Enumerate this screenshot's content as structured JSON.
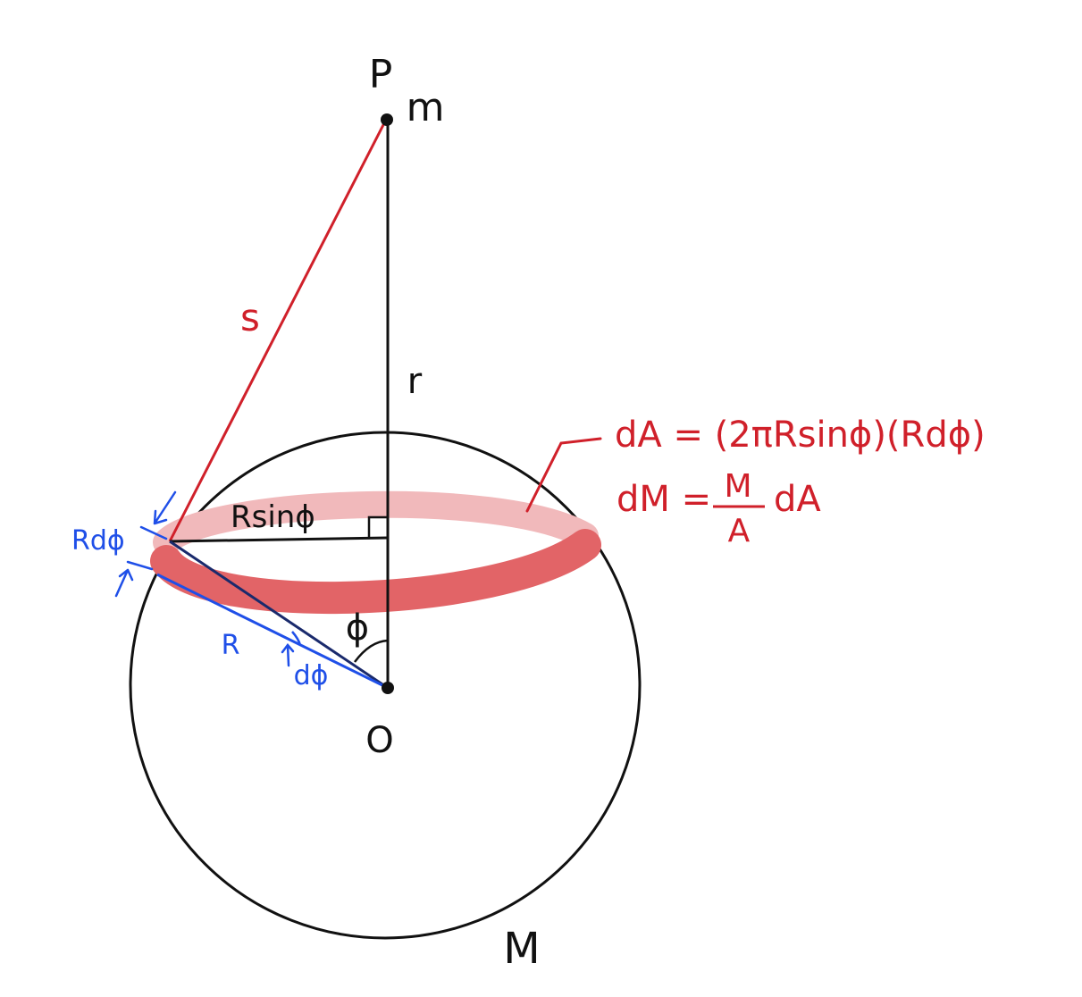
{
  "labels": {
    "point_p": "P",
    "mass_m": "m",
    "distance_s": "s",
    "distance_r": "r",
    "ring_radius": "Rsinϕ",
    "arc_width": "Rdϕ",
    "sphere_radius": "R",
    "angle_phi": "ϕ",
    "angle_dphi": "dϕ",
    "center_o": "O",
    "sphere_mass": "M"
  },
  "equations": {
    "area_element": "dA = (2πRsinϕ)(Rdϕ)",
    "mass_element_lhs": "dM =",
    "mass_fraction_numerator": "M",
    "mass_fraction_denominator": "A",
    "mass_element_rhs": "dA"
  },
  "colors": {
    "black": "#111111",
    "red": "#d0202a",
    "blue": "#1f4fe8",
    "ring_light": "#f1b9bb",
    "ring_dark": "#e26467"
  }
}
